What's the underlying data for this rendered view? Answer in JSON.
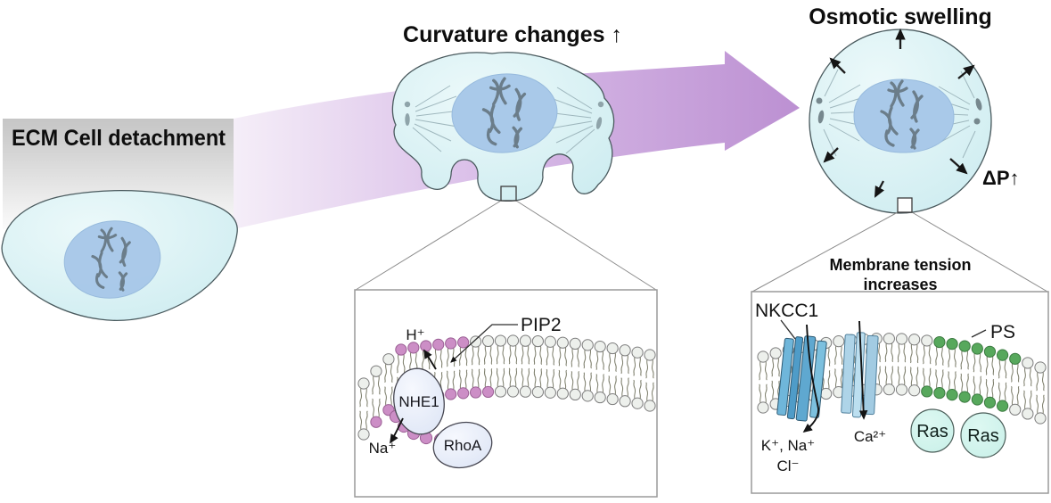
{
  "stage_detachment": {
    "title": "ECM Cell detachment"
  },
  "stage_curvature": {
    "title": "Curvature changes ↑"
  },
  "stage_swelling": {
    "title": "Osmotic swelling",
    "pressure_label": "ΔP↑"
  },
  "membrane_panel_curvature": {
    "pip2": "PIP2",
    "h_ion": "H⁺",
    "transporter": "NHE1",
    "na_ion": "Na⁺",
    "gtpase": "RhoA"
  },
  "membrane_panel_swelling": {
    "title_line1": "Membrane tension",
    "title_line2": "increases",
    "cotransporter": "NKCC1",
    "lipid_ps": "PS",
    "ions_k_na": "K⁺, Na⁺",
    "ion_cl": "Cl⁻",
    "ion_ca": "Ca²⁺",
    "ras_left": "Ras",
    "ras_right": "Ras"
  },
  "colors": {
    "arrow_purple": "#bc90d2",
    "arrow_purple_mid": "#d9bde8",
    "arrow_purple_light": "#f5eef8",
    "ecm_box_gray": "#c6c6c6",
    "cell_fill": "#cdecf0",
    "cell_fill_light": "#ecf9fa",
    "nucleus_fill": "#a9c9e9",
    "chromosome": "#6b7d8a",
    "lipid_head": "#edf0ec",
    "lipid_head_pink": "#cc8ec6",
    "lipid_head_green": "#57a85c",
    "lipid_tail": "#72735f",
    "channel_blue": "#5fa8d0",
    "channel_blue_light": "#aed4e8",
    "protein_fill": "#e7edfa",
    "ras_fill": "#c8f0e8"
  }
}
